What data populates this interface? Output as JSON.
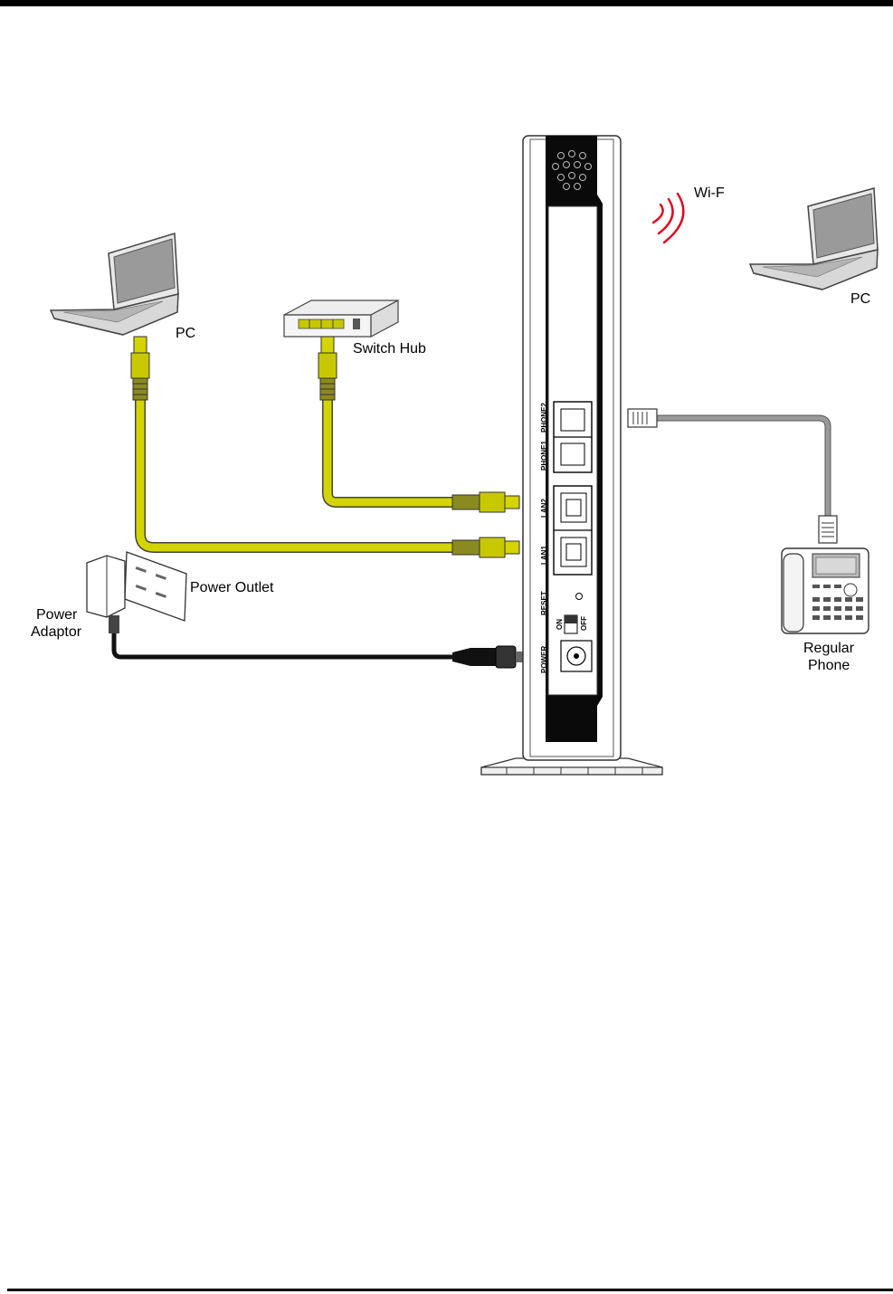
{
  "labels": {
    "pc_left": "PC",
    "switch_hub": "Switch Hub",
    "wifi": "Wi-F",
    "pc_right": "PC",
    "power_outlet": "Power Outlet",
    "power_adaptor_line1": "Power",
    "power_adaptor_line2": "Adaptor",
    "regular_phone_line1": "Regular",
    "regular_phone_line2": "Phone"
  },
  "ports": {
    "phone1": "PHONE1",
    "phone2": "PHONE2",
    "lan2": "LAN2",
    "lan1": "LAN1",
    "reset": "RESET",
    "on": "ON",
    "off": "OFF",
    "power": "POWER"
  },
  "colors": {
    "ethernet_cable": "#d4d400",
    "phone_cable": "#8a8a8a",
    "power_cable": "#111111",
    "wifi_signal": "#e0001a"
  }
}
